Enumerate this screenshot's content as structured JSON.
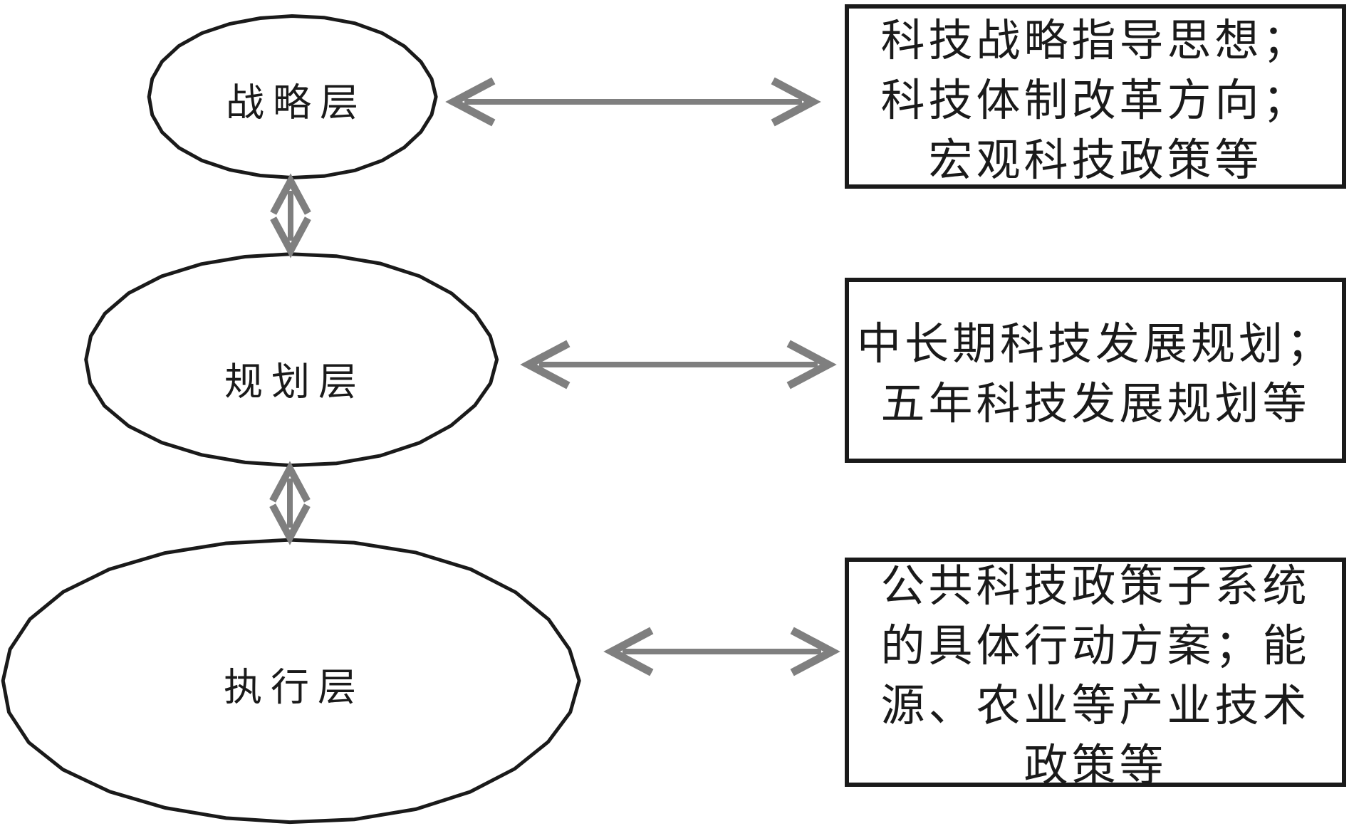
{
  "diagram": {
    "ellipses": [
      {
        "id": "strategy",
        "label": "战略层"
      },
      {
        "id": "planning",
        "label": "规划层"
      },
      {
        "id": "execution",
        "label": "执行层"
      }
    ],
    "boxes": [
      {
        "id": "strategy-details",
        "lines": [
          "科技战略指导思想；",
          "科技体制改革方向；",
          "宏观科技政策等"
        ]
      },
      {
        "id": "planning-details",
        "lines": [
          "中长期科技发展规划；",
          "五年科技发展规划等"
        ]
      },
      {
        "id": "execution-details",
        "lines": [
          "公共科技政策子系统",
          "的具体行动方案；能",
          "源、农业等产业技术",
          "政策等"
        ]
      }
    ],
    "colors": {
      "outline": "#1a1a1a",
      "arrow": "#7f7f7f",
      "background": "#ffffff"
    }
  }
}
